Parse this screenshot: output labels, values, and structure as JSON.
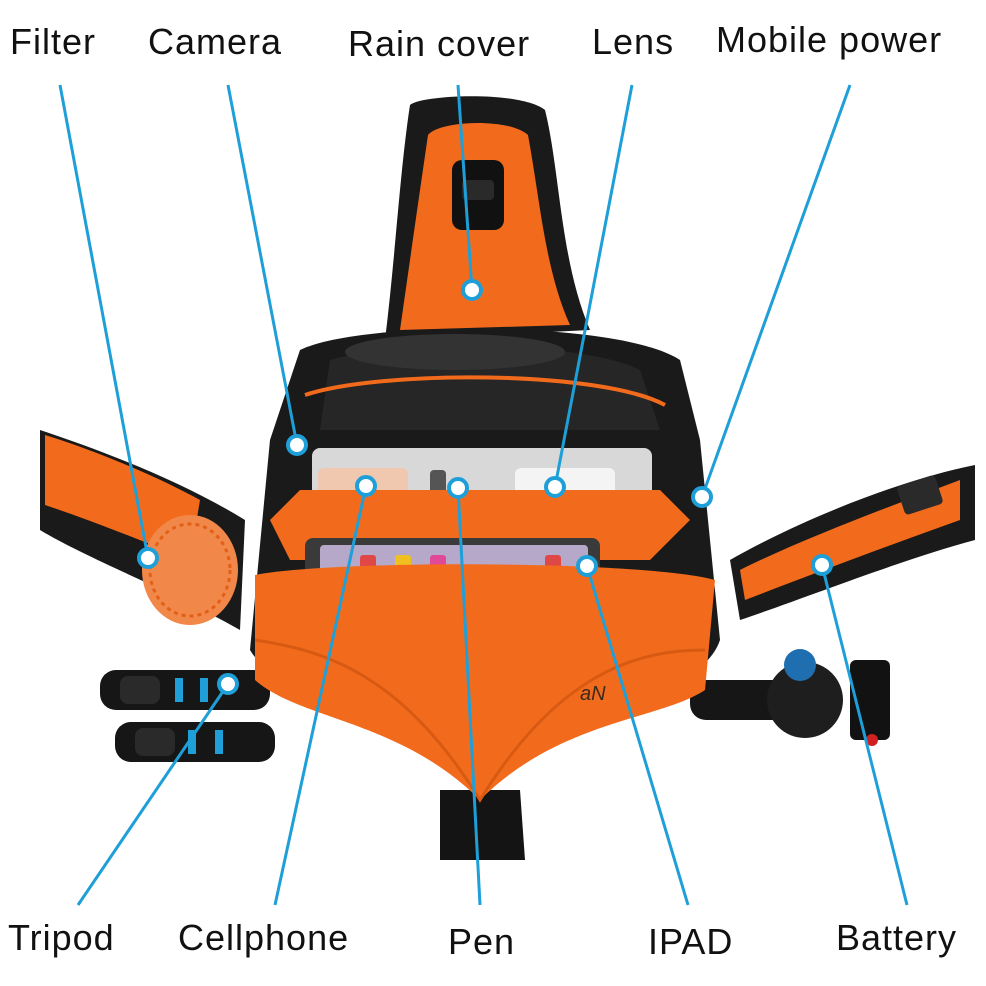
{
  "labels": {
    "filter": "Filter",
    "camera": "Camera",
    "rain_cover": "Rain cover",
    "lens": "Lens",
    "mobile_power": "Mobile power",
    "tripod": "Tripod",
    "cellphone": "Cellphone",
    "pen": "Pen",
    "ipad": "IPAD",
    "battery": "Battery"
  },
  "colors": {
    "callout_line": "#1f9fd8",
    "bag_orange": "#f26b1d",
    "bag_black": "#1a1a1a"
  },
  "brand_mark": "aN"
}
